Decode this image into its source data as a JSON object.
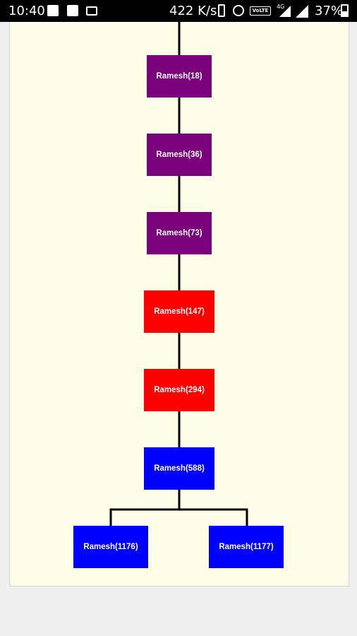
{
  "status_bar": {
    "time": "10:40",
    "network_speed": "422 K/s",
    "volte_label": "VoLTE",
    "network_type": "4G",
    "battery": "37%"
  },
  "colors": {
    "purple": "#7b007b",
    "red": "#ff0000",
    "blue": "#0000ff",
    "panel_bg": "#fefee8"
  },
  "tree": {
    "nodes": [
      {
        "label": "Ramesh(18)",
        "color": "purple"
      },
      {
        "label": "Ramesh(36)",
        "color": "purple"
      },
      {
        "label": "Ramesh(73)",
        "color": "purple"
      },
      {
        "label": "Ramesh(147)",
        "color": "red"
      },
      {
        "label": "Ramesh(294)",
        "color": "red"
      },
      {
        "label": "Ramesh(588)",
        "color": "blue"
      },
      {
        "label": "Ramesh(1176)",
        "color": "blue"
      },
      {
        "label": "Ramesh(1177)",
        "color": "blue"
      }
    ]
  }
}
